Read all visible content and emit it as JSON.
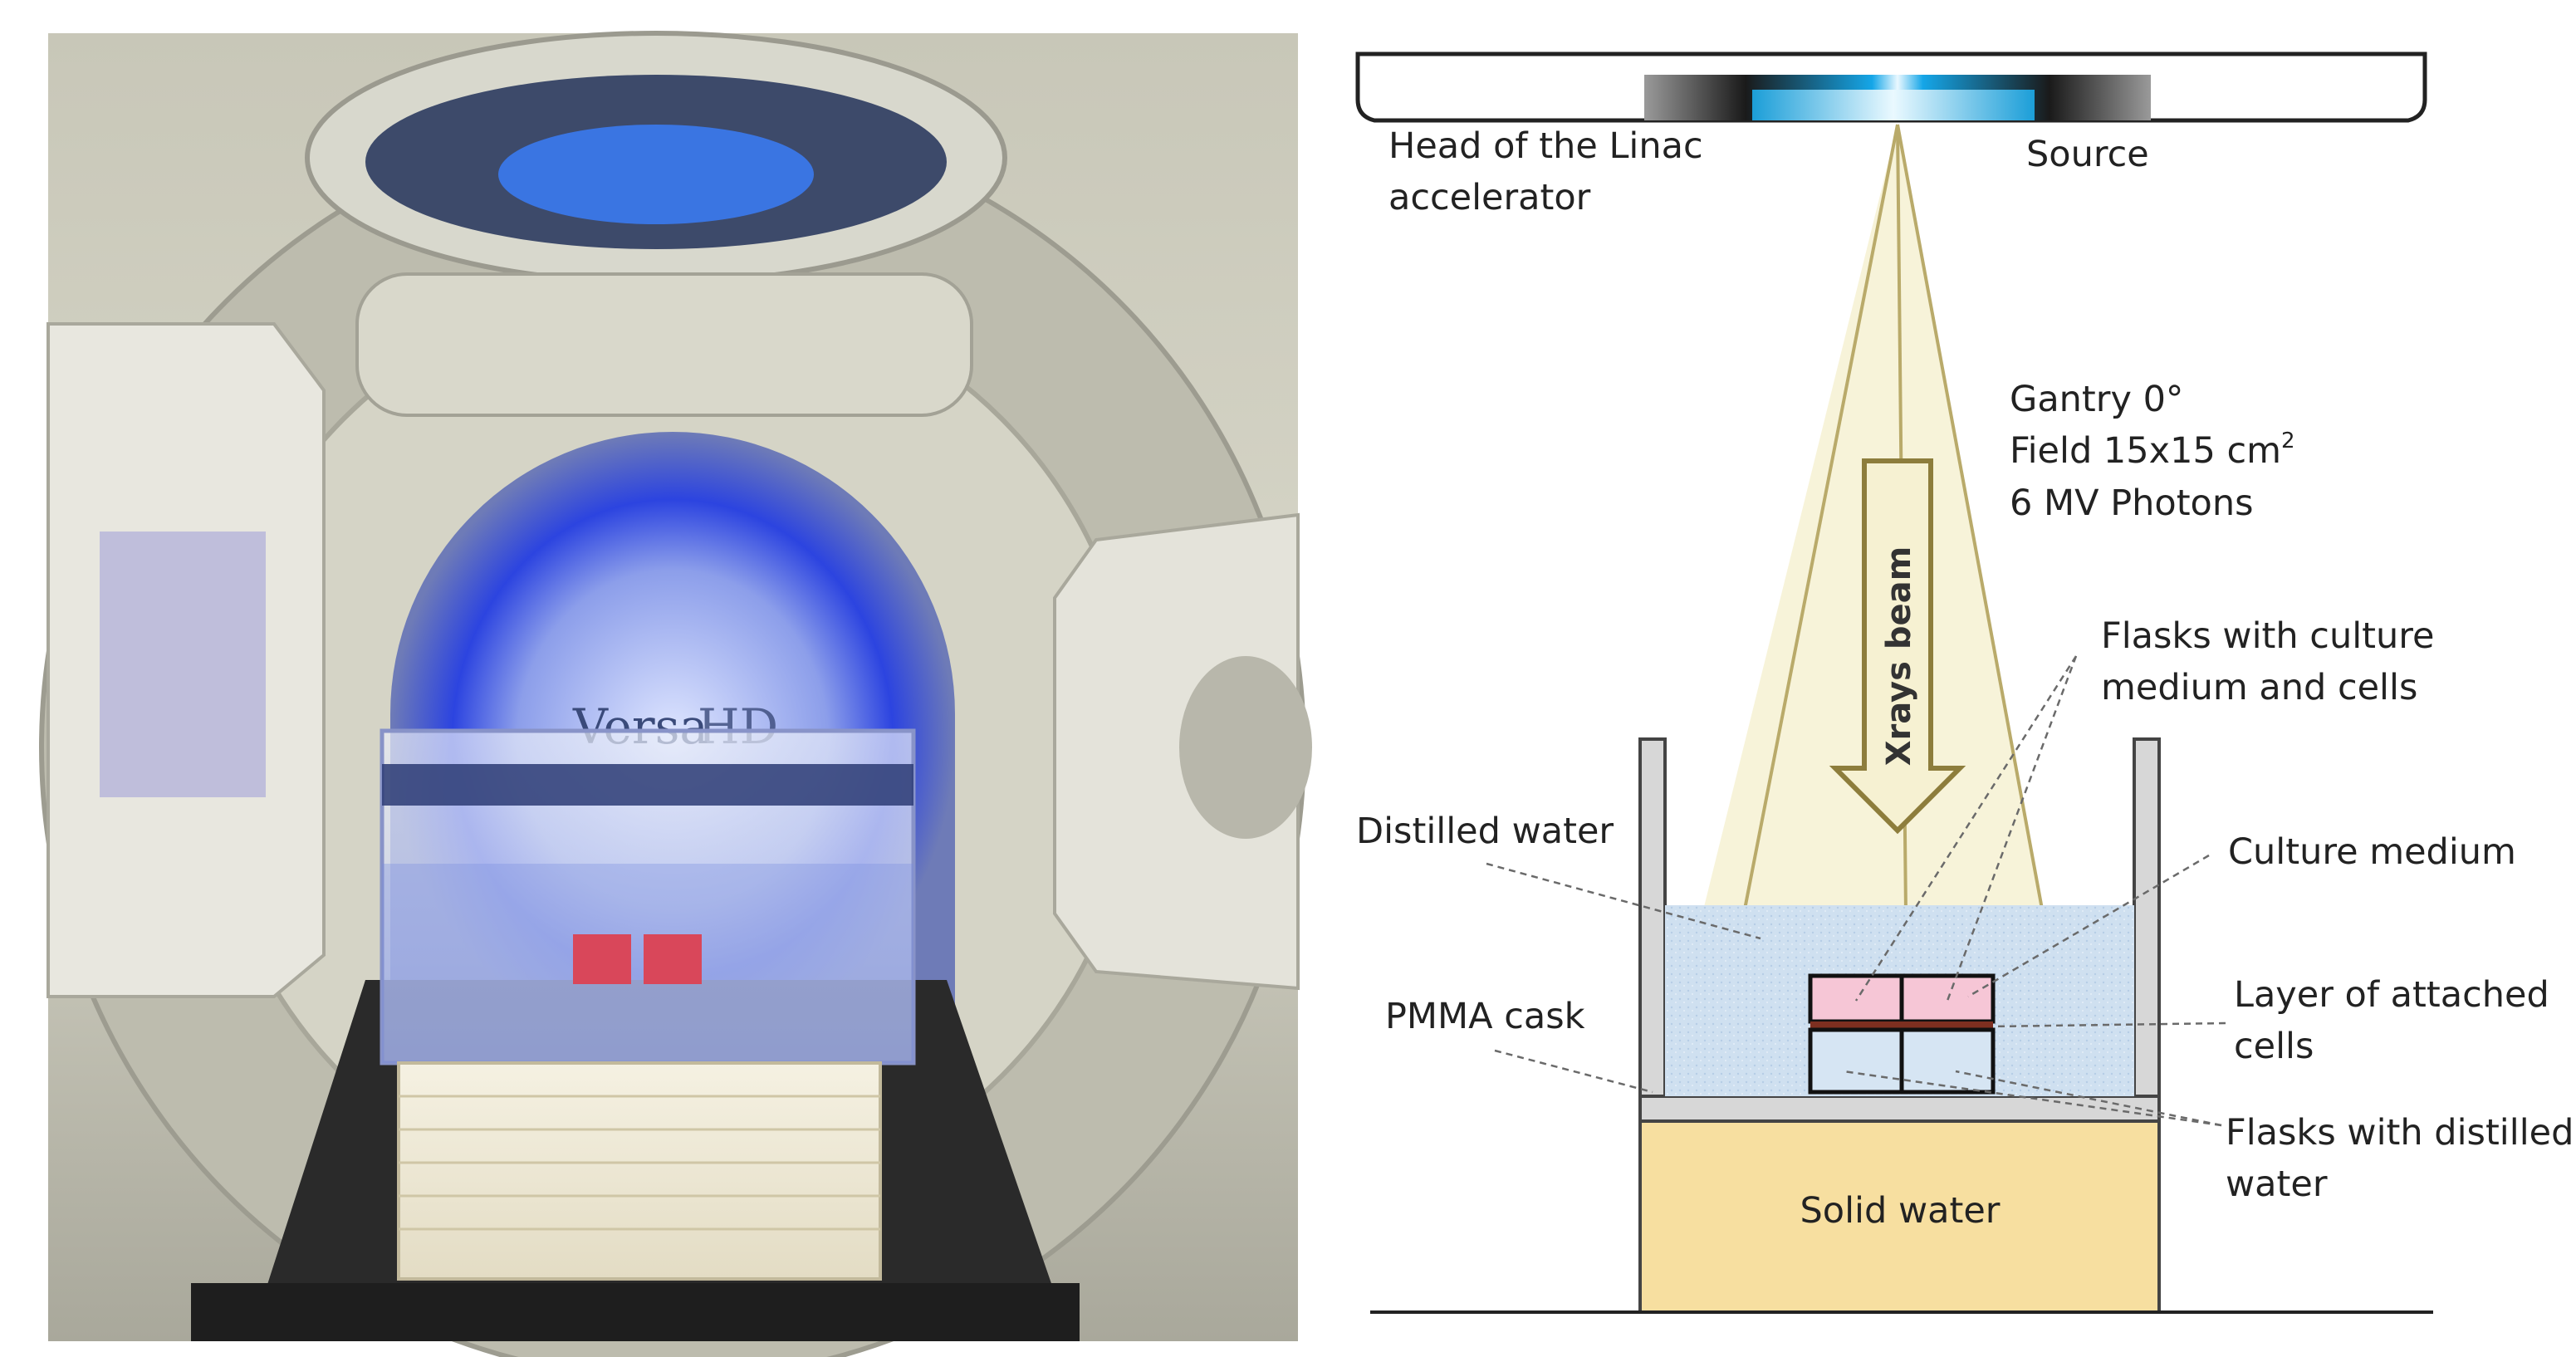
{
  "photo": {
    "brand_text": "Versa",
    "brand_suffix": "HD"
  },
  "diagram": {
    "linac_label_line1": "Head of the Linac",
    "linac_label_line2": "accelerator",
    "source_label": "Source",
    "gantry_line1": "Gantry 0°",
    "gantry_line2_prefix": "Field 15x15 cm",
    "gantry_line2_sup": "2",
    "gantry_line3": "6 MV Photons",
    "beam_label": "Xrays beam",
    "flasks_cells_line1": "Flasks with culture",
    "flasks_cells_line2": "medium and cells",
    "distilled_water": "Distilled water",
    "culture_medium": "Culture medium",
    "pmma_cask": "PMMA cask",
    "layer_cells_line1": "Layer of attached",
    "layer_cells_line2": "cells",
    "flasks_water_line1": "Flasks with distilled",
    "flasks_water_line2": "water",
    "solid_water": "Solid water"
  },
  "colors": {
    "beam_fill": "#f6f1d2",
    "beam_line": "#b9aa6a",
    "water_blue": "#c9dcee",
    "solid_water": "#f7dfa0",
    "culture_pink": "#f6c6d6",
    "cells_layer": "#7d2f20",
    "source_cyan": "#19a6e0"
  }
}
